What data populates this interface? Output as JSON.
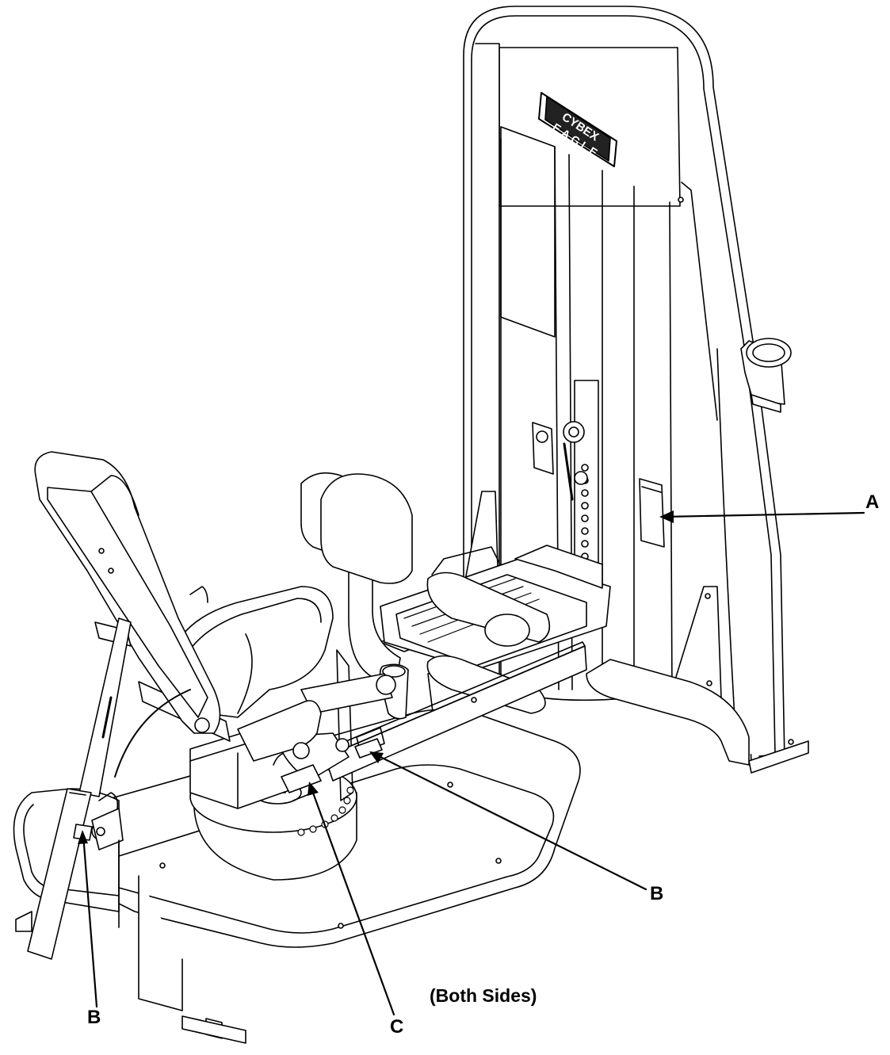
{
  "brand": {
    "logo_line1": "CYBEX",
    "logo_line2": "EAGLE"
  },
  "callouts": {
    "a": "A",
    "b_right": "B",
    "b_left": "B",
    "c": "C",
    "note": "(Both Sides)"
  }
}
